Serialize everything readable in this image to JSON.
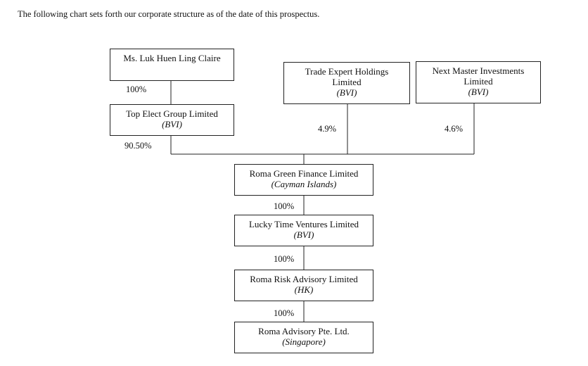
{
  "intro": "The following chart sets forth our corporate structure as of the date of this prospectus.",
  "entities": {
    "luk": {
      "name": "Ms. Luk Huen Ling Claire",
      "jurisdiction": ""
    },
    "top_elect": {
      "name": "Top Elect Group Limited",
      "jurisdiction": "(BVI)"
    },
    "trade_expert": {
      "name_line1": "Trade Expert Holdings",
      "name_line2": "Limited",
      "jurisdiction": "(BVI)"
    },
    "next_master": {
      "name_line1": "Next Master Investments",
      "name_line2": "Limited",
      "jurisdiction": "(BVI)"
    },
    "roma_green": {
      "name": "Roma Green Finance Limited",
      "jurisdiction": "(Cayman Islands)"
    },
    "lucky_time": {
      "name": "Lucky Time Ventures Limited",
      "jurisdiction": "(BVI)"
    },
    "roma_risk": {
      "name": "Roma Risk Advisory Limited",
      "jurisdiction": "(HK)"
    },
    "roma_advisory": {
      "name": "Roma Advisory Pte. Ltd.",
      "jurisdiction": "(Singapore)"
    }
  },
  "ownership": {
    "luk_to_top_elect": "100%",
    "top_elect_to_roma_green": "90.50%",
    "trade_expert_to_roma_green": "4.9%",
    "next_master_to_roma_green": "4.6%",
    "roma_green_to_lucky_time": "100%",
    "lucky_time_to_roma_risk": "100%",
    "roma_risk_to_roma_advisory": "100%"
  }
}
